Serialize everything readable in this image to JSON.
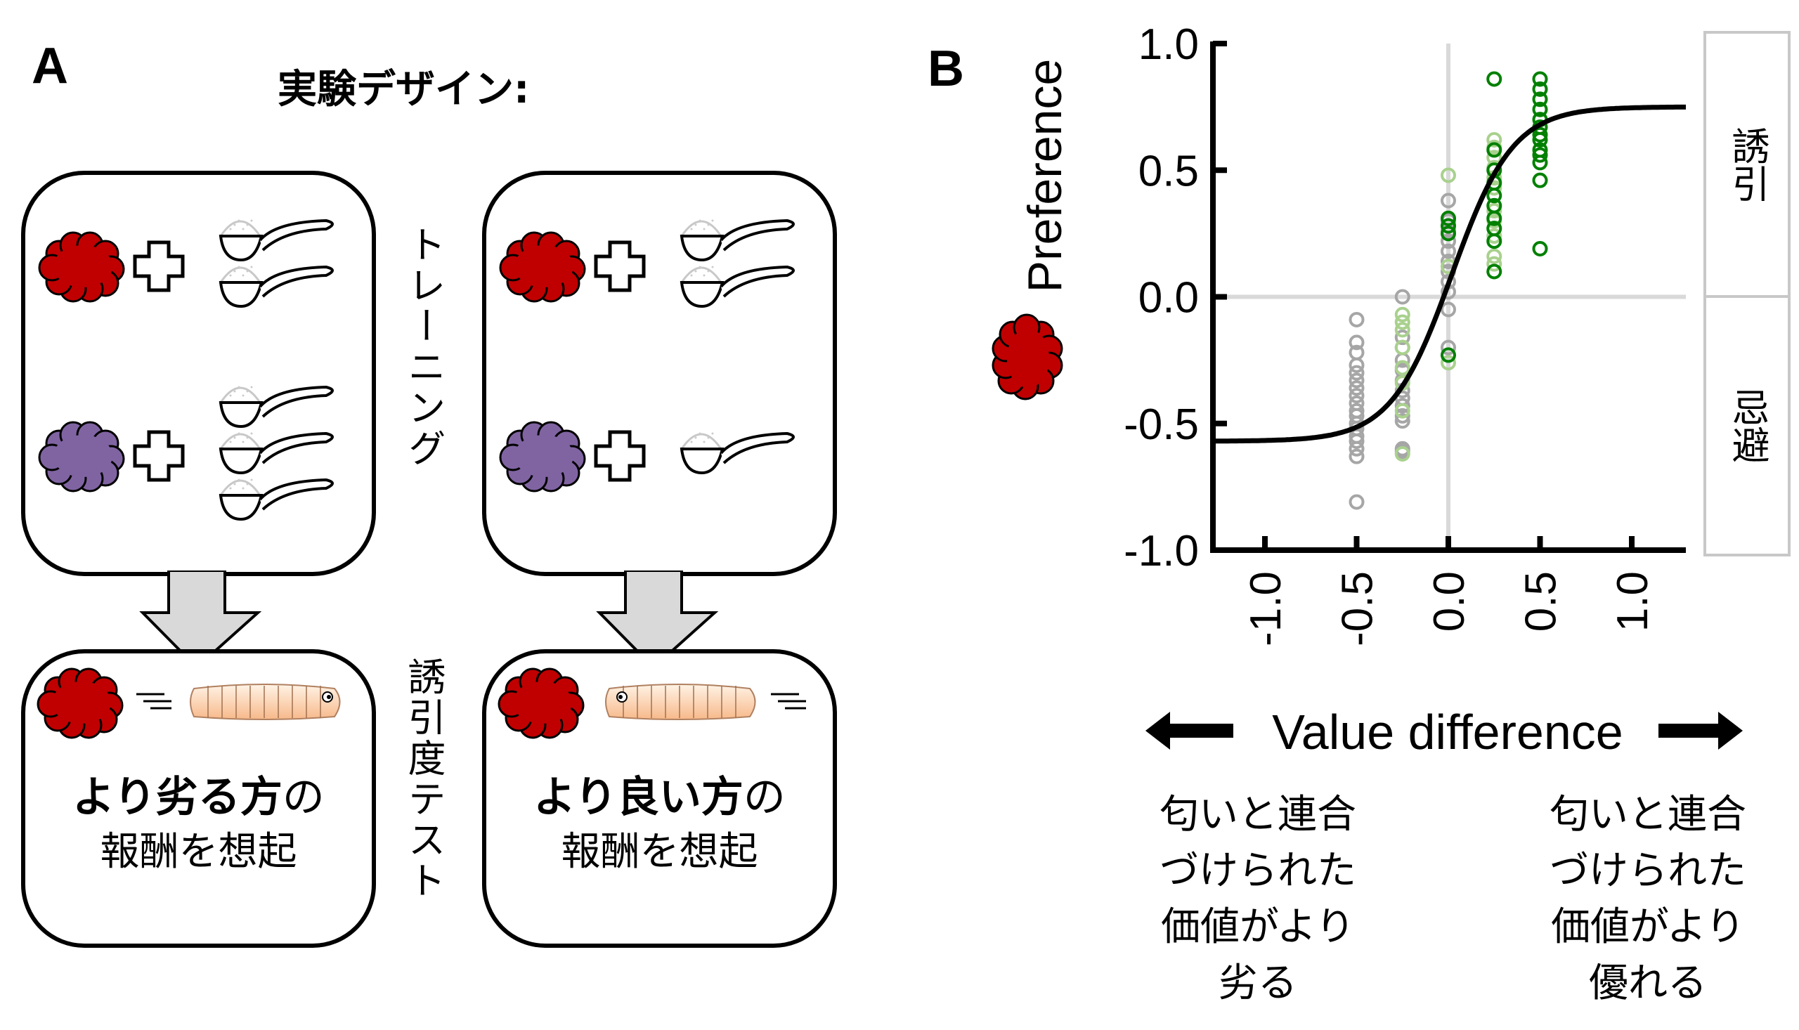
{
  "panel_a": {
    "letter": "A",
    "title": "実験デザイン:",
    "training_label": "トレーニング",
    "test_label": "誘引度テスト",
    "left": {
      "training_rows": [
        {
          "odor": "red-odor-cloud",
          "color": "#c00000",
          "spoons": 2
        },
        {
          "odor": "purple-odor-cloud",
          "color": "#8064a2",
          "spoons": 3
        }
      ],
      "test_line1_bold": "より劣る方",
      "test_line1_suffix": "の",
      "test_line2": "報酬を想起",
      "larva_direction": "away"
    },
    "right": {
      "training_rows": [
        {
          "odor": "red-odor-cloud",
          "color": "#c00000",
          "spoons": 2
        },
        {
          "odor": "purple-odor-cloud",
          "color": "#8064a2",
          "spoons": 1
        }
      ],
      "test_line1_bold": "より良い方",
      "test_line1_suffix": "の",
      "test_line2": "報酬を想起",
      "larva_direction": "toward"
    }
  },
  "panel_b": {
    "letter": "B",
    "side_labels": {
      "top": "誘引",
      "bottom": "忌避"
    },
    "x_arrow_label": "Value difference",
    "left_note": "匂いと連合\nづけられた\n価値がより\n劣る",
    "right_note": "匂いと連合\nづけられた\n価値がより\n優れる"
  },
  "colors": {
    "red_odor": "#c00000",
    "purple_odor": "#8064a2",
    "gray_points": "#a6a6a6",
    "light_green_points": "#a9d18e",
    "dark_green_points": "#008000",
    "arrow_fill": "#d9d9d9",
    "reference_lines": "#d9d9d9"
  },
  "chart_data": {
    "type": "scatter",
    "title": "",
    "xlabel": "Value difference",
    "ylabel": "Preference",
    "xlim": [
      -1.3,
      1.3
    ],
    "ylim": [
      -1.0,
      1.0
    ],
    "x_ticks": [
      "-1.0",
      "-0.5",
      "0.0",
      "0.5",
      "1.0"
    ],
    "y_ticks": [
      "1.0",
      "0.5",
      "0.0",
      "-0.5",
      "-1.0"
    ],
    "grid": false,
    "reference_lines": {
      "x": 0,
      "y": 0
    },
    "series": [
      {
        "name": "gray",
        "color": "#a6a6a6",
        "points": [
          [
            -0.5,
            -0.09
          ],
          [
            -0.5,
            -0.18
          ],
          [
            -0.5,
            -0.22
          ],
          [
            -0.5,
            -0.27
          ],
          [
            -0.5,
            -0.3
          ],
          [
            -0.5,
            -0.33
          ],
          [
            -0.5,
            -0.36
          ],
          [
            -0.5,
            -0.39
          ],
          [
            -0.5,
            -0.42
          ],
          [
            -0.5,
            -0.45
          ],
          [
            -0.5,
            -0.47
          ],
          [
            -0.5,
            -0.5
          ],
          [
            -0.5,
            -0.52
          ],
          [
            -0.5,
            -0.55
          ],
          [
            -0.5,
            -0.57
          ],
          [
            -0.5,
            -0.6
          ],
          [
            -0.5,
            -0.63
          ],
          [
            -0.5,
            -0.81
          ],
          [
            -0.25,
            0.0
          ],
          [
            -0.25,
            -0.16
          ],
          [
            -0.25,
            -0.2
          ],
          [
            -0.25,
            -0.25
          ],
          [
            -0.25,
            -0.29
          ],
          [
            -0.25,
            -0.33
          ],
          [
            -0.25,
            -0.37
          ],
          [
            -0.25,
            -0.4
          ],
          [
            -0.25,
            -0.43
          ],
          [
            -0.25,
            -0.47
          ],
          [
            -0.25,
            -0.49
          ],
          [
            -0.25,
            -0.6
          ],
          [
            -0.25,
            -0.61
          ],
          [
            0.0,
            0.38
          ],
          [
            0.0,
            0.3
          ],
          [
            0.0,
            0.26
          ],
          [
            0.0,
            0.22
          ],
          [
            0.0,
            0.18
          ],
          [
            0.0,
            0.14
          ],
          [
            0.0,
            0.1
          ],
          [
            0.0,
            0.06
          ],
          [
            0.0,
            0.02
          ],
          [
            0.0,
            -0.05
          ],
          [
            0.0,
            -0.2
          ]
        ]
      },
      {
        "name": "light-green",
        "color": "#a9d18e",
        "points": [
          [
            -0.25,
            -0.07
          ],
          [
            -0.25,
            -0.1
          ],
          [
            -0.25,
            -0.13
          ],
          [
            -0.25,
            -0.2
          ],
          [
            -0.25,
            -0.28
          ],
          [
            -0.25,
            -0.34
          ],
          [
            -0.25,
            -0.45
          ],
          [
            -0.25,
            -0.62
          ],
          [
            0.0,
            0.48
          ],
          [
            0.0,
            0.12
          ],
          [
            0.0,
            -0.26
          ],
          [
            0.25,
            0.62
          ],
          [
            0.25,
            0.59
          ],
          [
            0.25,
            0.55
          ],
          [
            0.25,
            0.51
          ],
          [
            0.25,
            0.47
          ],
          [
            0.25,
            0.43
          ],
          [
            0.25,
            0.34
          ],
          [
            0.25,
            0.3
          ],
          [
            0.25,
            0.27
          ],
          [
            0.25,
            0.24
          ],
          [
            0.25,
            0.16
          ],
          [
            0.25,
            0.13
          ]
        ]
      },
      {
        "name": "dark-green",
        "color": "#008000",
        "points": [
          [
            0.0,
            0.31
          ],
          [
            0.0,
            0.28
          ],
          [
            0.0,
            0.25
          ],
          [
            0.0,
            -0.23
          ],
          [
            0.25,
            0.86
          ],
          [
            0.25,
            0.58
          ],
          [
            0.25,
            0.5
          ],
          [
            0.25,
            0.45
          ],
          [
            0.25,
            0.4
          ],
          [
            0.25,
            0.36
          ],
          [
            0.25,
            0.31
          ],
          [
            0.25,
            0.27
          ],
          [
            0.25,
            0.22
          ],
          [
            0.25,
            0.1
          ],
          [
            0.5,
            0.86
          ],
          [
            0.5,
            0.82
          ],
          [
            0.5,
            0.78
          ],
          [
            0.5,
            0.74
          ],
          [
            0.5,
            0.7
          ],
          [
            0.5,
            0.67
          ],
          [
            0.5,
            0.64
          ],
          [
            0.5,
            0.62
          ],
          [
            0.5,
            0.58
          ],
          [
            0.5,
            0.56
          ],
          [
            0.5,
            0.53
          ],
          [
            0.5,
            0.46
          ],
          [
            0.5,
            0.19
          ]
        ]
      }
    ],
    "fit_curve": {
      "type": "logistic",
      "lower": -0.57,
      "upper": 0.75,
      "midpoint": 0.02,
      "slope": 6.0,
      "color": "#000000"
    }
  }
}
